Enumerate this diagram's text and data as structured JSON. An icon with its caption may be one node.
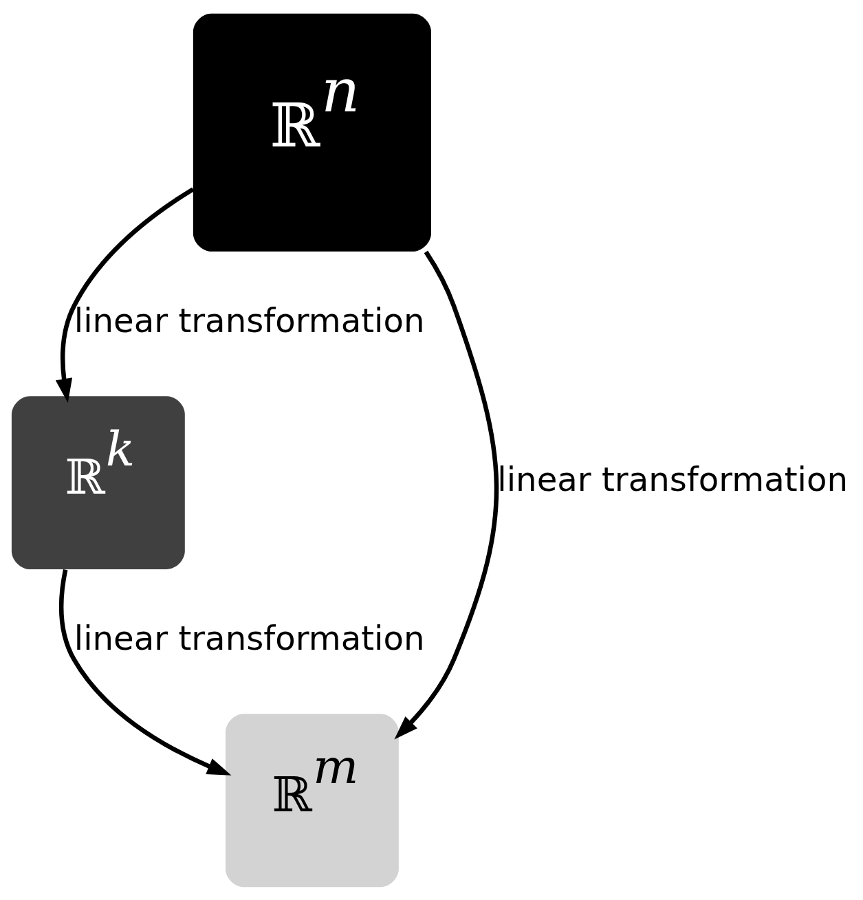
{
  "diagram": {
    "nodes": [
      {
        "text": [
          "ℝ$^{n}$"
        ]
      },
      {
        "text": [
          "ℝ$^{k}$"
        ]
      },
      {
        "text": [
          "ℝ$^{m}$"
        ]
      }
    ],
    "edges": [
      {
        "from": 0,
        "to": 1,
        "arrow": "to",
        "label": "linear transformation"
      },
      {
        "from": 0,
        "to": 2,
        "arrow": "to",
        "label": "linear transformation"
      },
      {
        "from": 1,
        "to": 2,
        "arrow": "to",
        "label": "linear transformation"
      }
    ]
  }
}
